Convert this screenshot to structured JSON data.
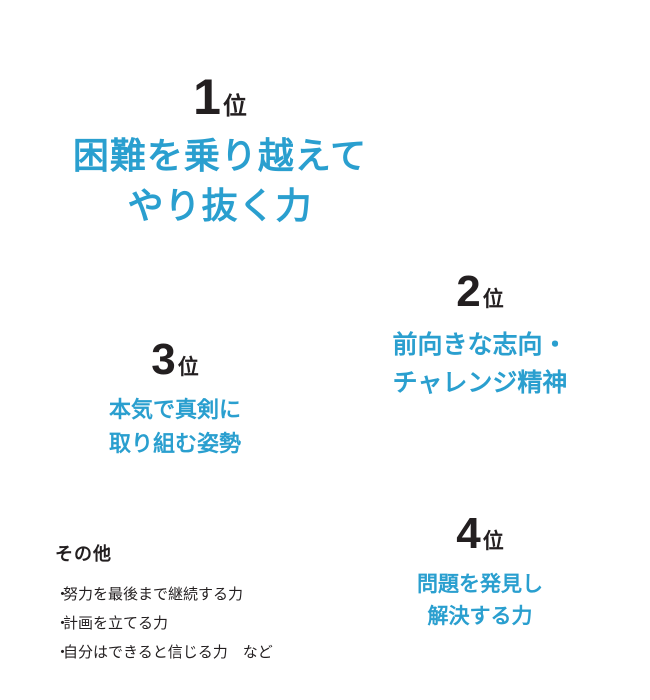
{
  "rank_suffix": "位",
  "rankings": [
    {
      "rank": "1",
      "lines": [
        "困難を乗り越えて",
        "やり抜く力"
      ]
    },
    {
      "rank": "2",
      "lines": [
        "前向きな志向・",
        "チャレンジ精神"
      ]
    },
    {
      "rank": "3",
      "lines": [
        "本気で真剣に",
        "取り組む姿勢"
      ]
    },
    {
      "rank": "4",
      "lines": [
        "問題を発見し",
        "解決する力"
      ]
    }
  ],
  "others": {
    "title": "その他",
    "bullet": "・",
    "items": [
      "努力を最後まで継続する力",
      "計画を立てる力",
      "自分はできると信じる力　など"
    ]
  },
  "colors": {
    "accent": "#2a9fcf",
    "text": "#231f20",
    "background": "#ffffff"
  }
}
